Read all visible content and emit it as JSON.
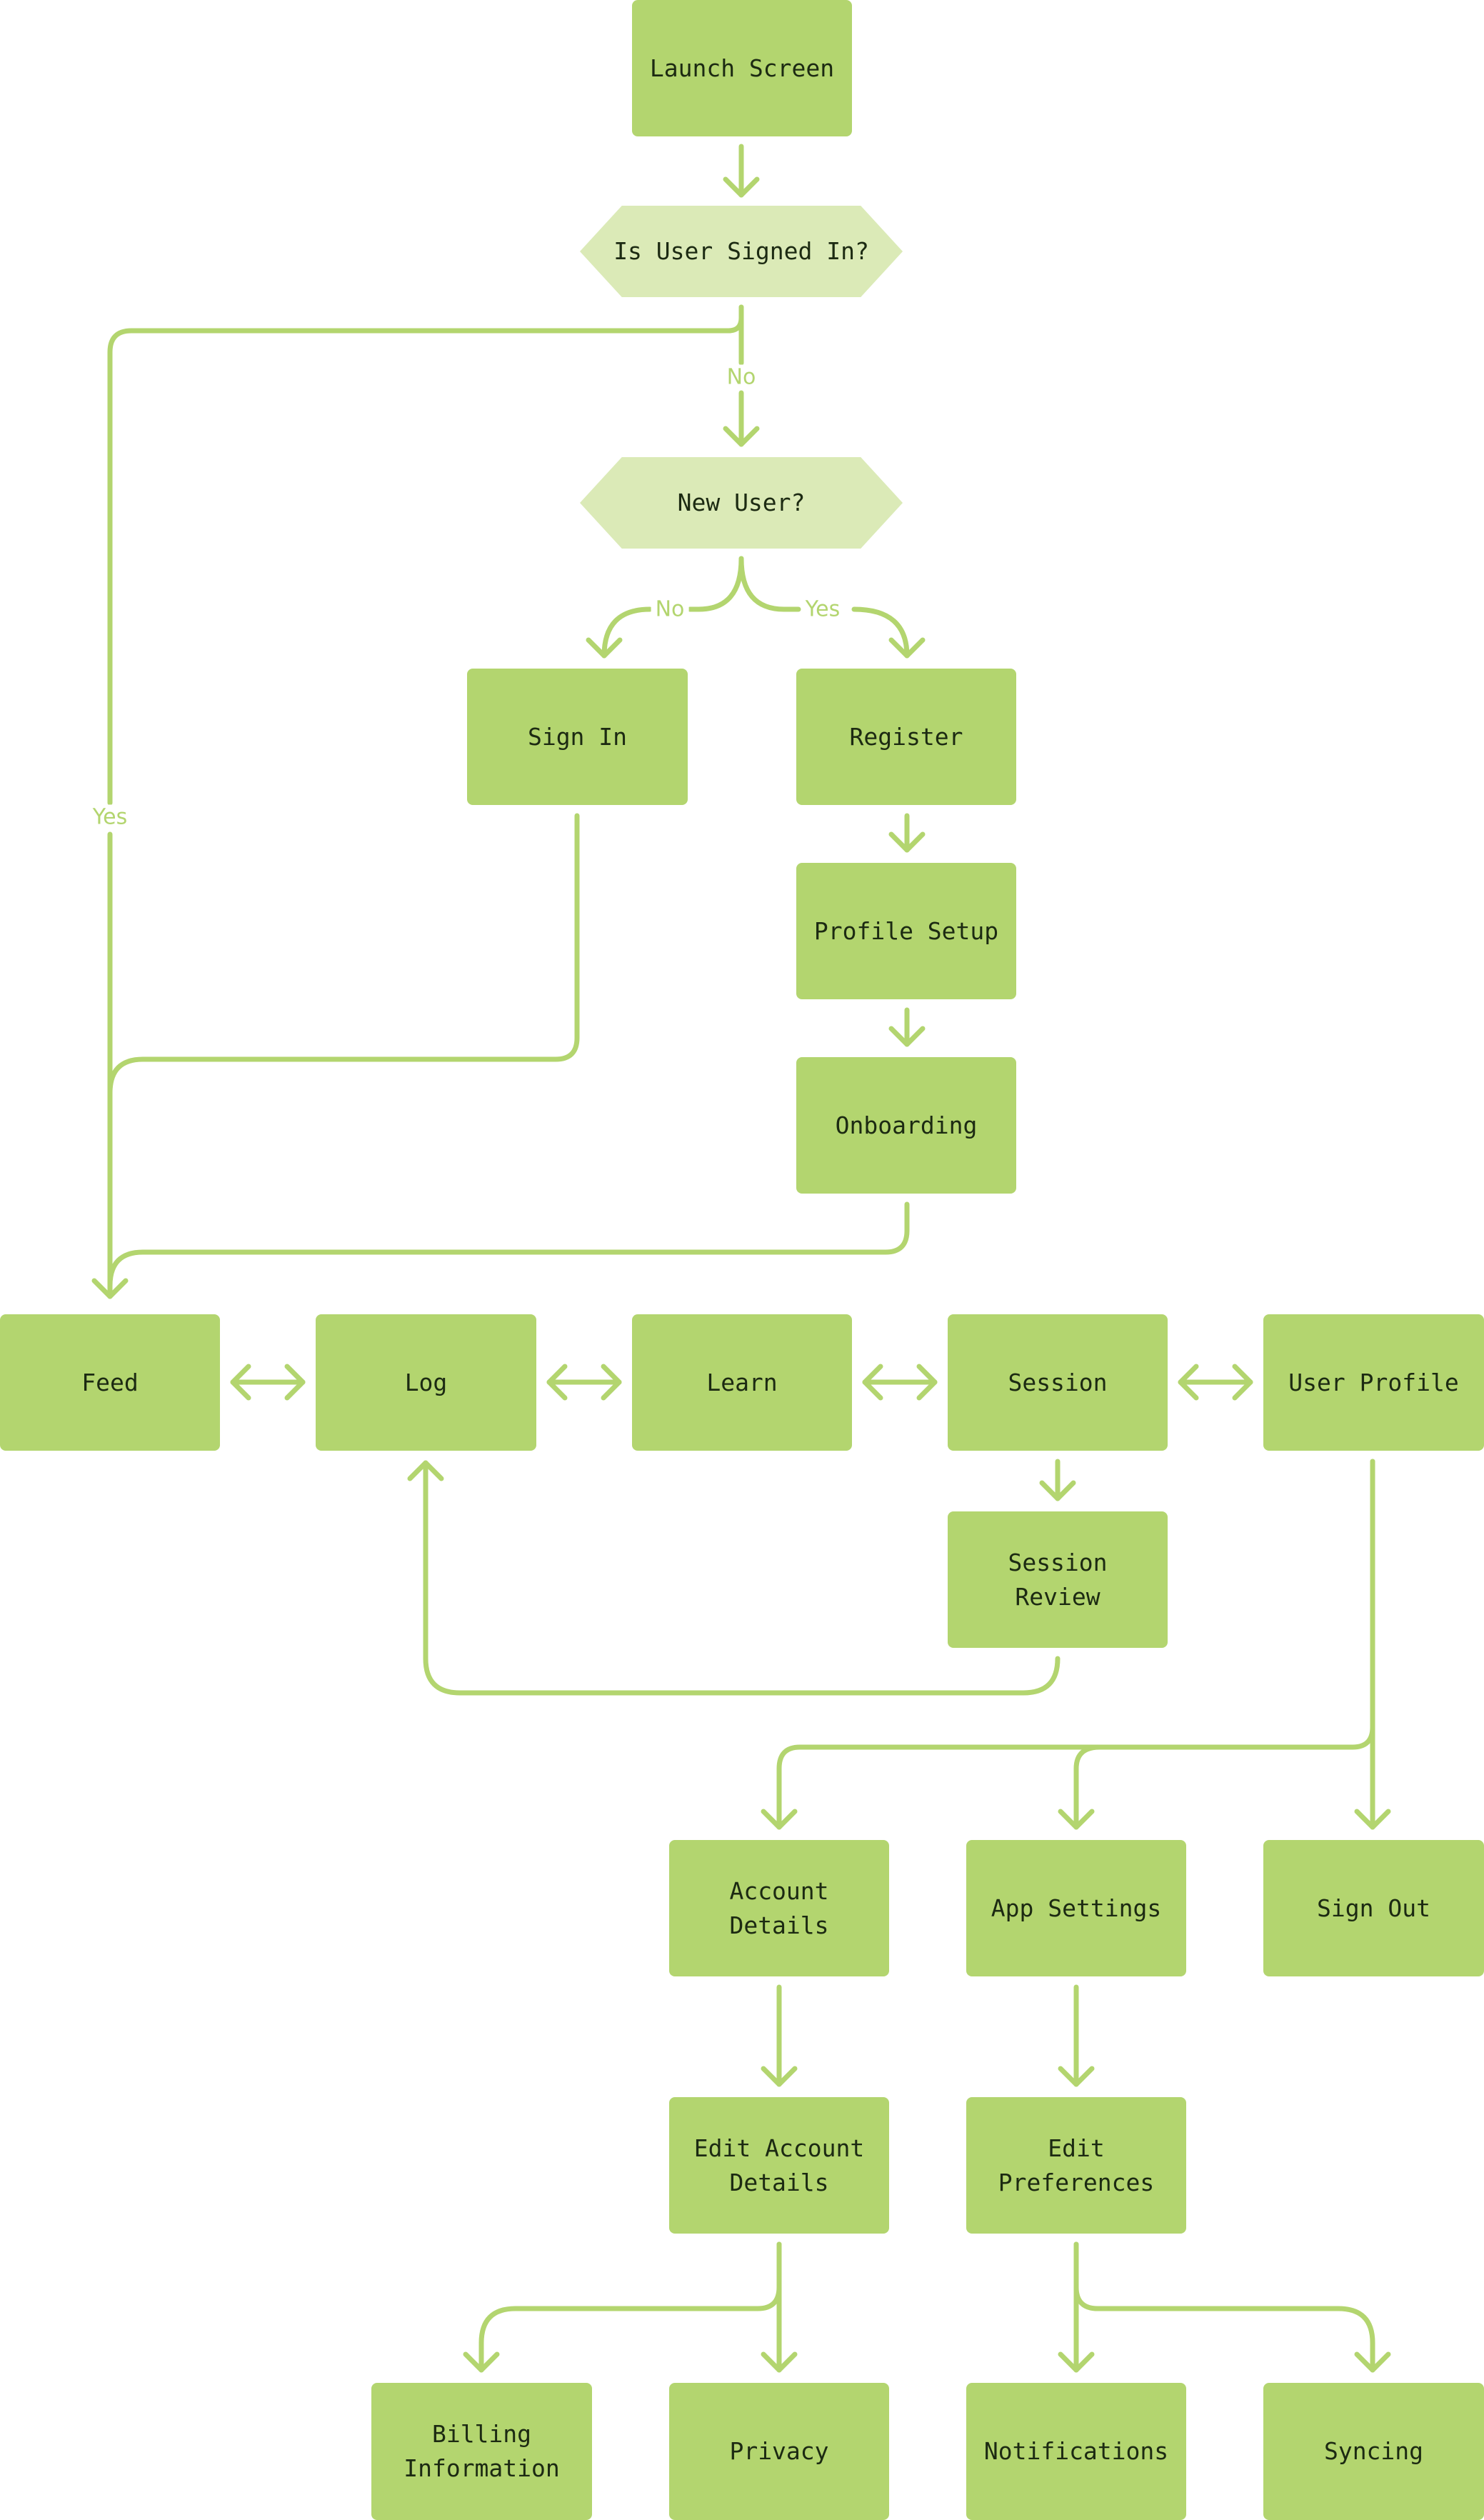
{
  "colors": {
    "box": "#b3d56f",
    "decision": "#dbeab7",
    "line": "#b3d56f",
    "text": "#1c2a12"
  },
  "nodes": {
    "launch_screen": "Launch Screen",
    "is_user_signed_in": "Is User Signed In?",
    "new_user": "New User?",
    "sign_in": "Sign In",
    "register": "Register",
    "profile_setup": "Profile Setup",
    "onboarding": "Onboarding",
    "feed": "Feed",
    "log": "Log",
    "learn": "Learn",
    "session": "Session",
    "user_profile": "User Profile",
    "session_review": "Session Review",
    "account_details": "Account\nDetails",
    "app_settings": "App Settings",
    "sign_out": "Sign Out",
    "edit_account_details": "Edit Account\nDetails",
    "edit_preferences": "Edit\nPreferences",
    "billing_information": "Billing\nInformation",
    "privacy": "Privacy",
    "notifications": "Notifications",
    "syncing": "Syncing"
  },
  "edge_labels": {
    "signed_in_no": "No",
    "signed_in_yes": "Yes",
    "new_user_no": "No",
    "new_user_yes": "Yes"
  }
}
